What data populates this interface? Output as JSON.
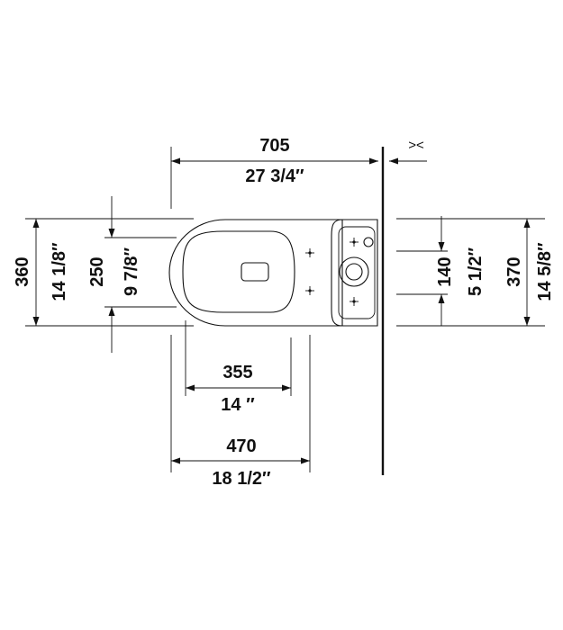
{
  "dimensions": {
    "overall_length": {
      "mm": "705",
      "in": "27 3/4″"
    },
    "seat_to_wall": {
      "mm": "355",
      "in": "14 ″"
    },
    "bowl_length": {
      "mm": "470",
      "in": "18 1/2″"
    },
    "bowl_width": {
      "mm": "360",
      "in": "14 1/8″"
    },
    "seat_width": {
      "mm": "250",
      "in": "9 7/8″"
    },
    "outlet_width": {
      "mm": "140",
      "in": "5 1/2″"
    },
    "tank_width": {
      "mm": "370",
      "in": "14 5/8″"
    },
    "wall_gap_symbol": "><"
  }
}
